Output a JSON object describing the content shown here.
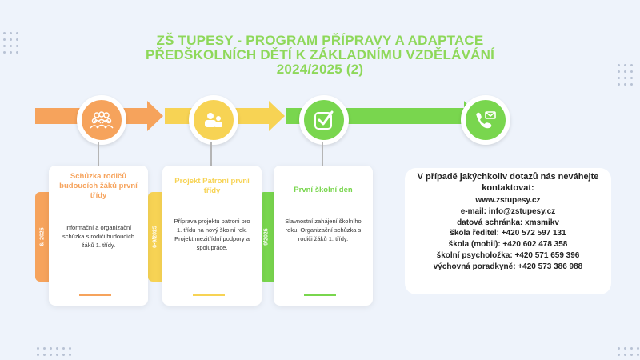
{
  "title": {
    "line1": "ZŠ TUPESY - PROGRAM PŘÍPRAVY A ADAPTACE",
    "line2": "PŘEDŠKOLNÍCH DĚTÍ K ZÁKLADNÍMU VZDĚLÁVÁNÍ",
    "line3": "2024/2025 (2)"
  },
  "colors": {
    "orange": "#f6a35c",
    "yellow": "#f7d354",
    "green": "#79d64e",
    "title": "#8ed85a"
  },
  "steps": [
    {
      "icon": "people-icon",
      "date": "6/ 2025",
      "title": "Schůzka rodičů budoucích žáků první třídy",
      "desc": "Informační a organizační schůzka s rodiči budoucích žáků 1. třídy."
    },
    {
      "icon": "patron-icon",
      "date": "6-9/2025",
      "title": "Projekt Patroni první třídy",
      "desc": "Příprava projektu patroni pro 1. třídu na nový školní rok. Projekt mezitřídní podpory a spolupráce."
    },
    {
      "icon": "checkmark-icon",
      "date": "9/2025",
      "title": "První školní den",
      "desc": "Slavnostní zahájení školního roku. Organizační schůzka s rodiči žáků 1. třídy."
    }
  ],
  "end_icon": "contact-icon",
  "contact": {
    "lead": "V případě jakýchkoliv dotazů nás neváhejte kontaktovat:",
    "lines": [
      "www.zstupesy.cz",
      "e-mail: info@zstupesy.cz",
      "datová schránka: xmsmikv",
      "škola ředitel:  +420 572 597 131",
      "škola (mobil): +420 602 478 358",
      "školní psycholožka: +420 571 659 396",
      "výchovná poradkyně: +420 573 386 988"
    ]
  }
}
